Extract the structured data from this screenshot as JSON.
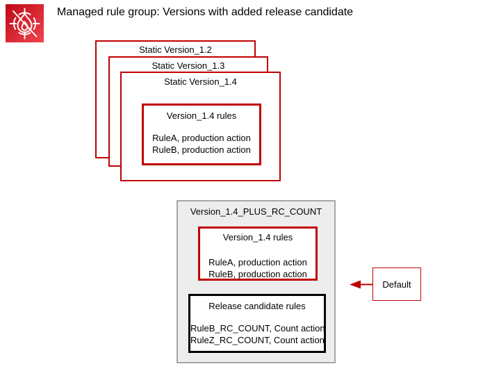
{
  "colors": {
    "red": "#C00000",
    "gray_fill": "#EDEDED",
    "gray_border": "#A6A6A6",
    "black_border": "#000000",
    "icon_gradient_start": "#BD0816",
    "icon_gradient_end": "#FF5252"
  },
  "header": {
    "title": "Managed rule group: Versions with added release candidate",
    "icon": "waf-flame-target-icon"
  },
  "stacked_versions": [
    {
      "label": "Static Version_1.2"
    },
    {
      "label": "Static Version_1.3"
    },
    {
      "label": "Static Version_1.4"
    }
  ],
  "version_rules_box": {
    "title": "Version_1.4 rules",
    "rules": [
      "RuleA, production action",
      "RuleB, production action"
    ]
  },
  "rc_group": {
    "title": "Version_1.4_PLUS_RC_COUNT",
    "version_rules_box": {
      "title": "Version_1.4 rules",
      "rules": [
        "RuleA, production action",
        "RuleB, production action"
      ]
    },
    "release_candidate_box": {
      "title": "Release candidate rules",
      "rules": [
        "RuleB_RC_COUNT, Count action",
        "RuleZ_RC_COUNT, Count action"
      ]
    }
  },
  "default_pointer": {
    "label": "Default"
  }
}
